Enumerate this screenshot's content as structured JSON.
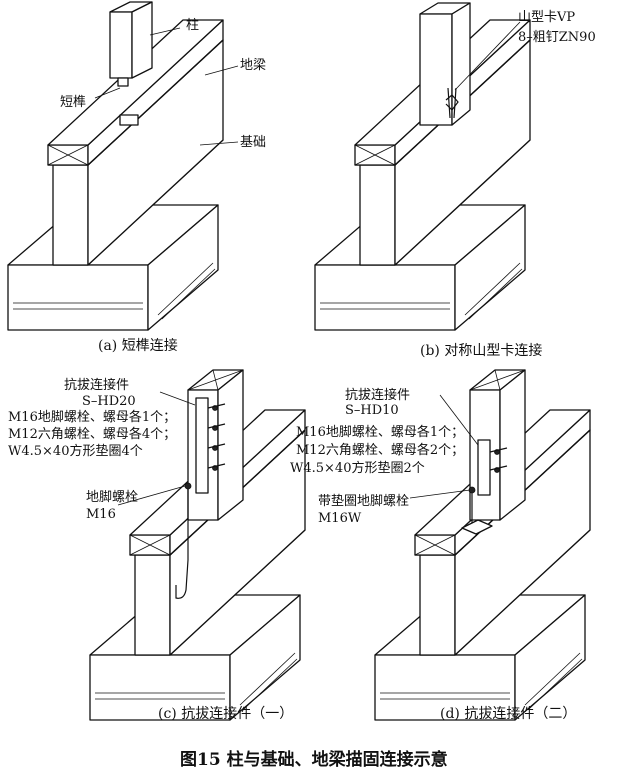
{
  "panels": {
    "a": {
      "caption": "(a) 短榫连接",
      "labels": {
        "column": "柱",
        "tenon": "短榫",
        "ground_beam": "地梁",
        "foundation": "基础"
      }
    },
    "b": {
      "caption": "(b) 对称山型卡连接",
      "labels": {
        "connector": "山型卡VP",
        "nails": "8–粗钉ZN90"
      }
    },
    "c": {
      "caption": "(c) 抗拔连接件（一）",
      "labels": {
        "holdown": "抗拔连接件",
        "model": "S–HD20",
        "spec1": "M16地脚螺栓、螺母各1个；",
        "spec2": "M12六角螺栓、螺母各4个；",
        "spec3": "W4.5×40方形垫圈4个",
        "anchor": "地脚螺栓",
        "anchor_size": "M16"
      }
    },
    "d": {
      "caption": "(d) 抗拔连接件（二）",
      "labels": {
        "holdown": "抗拔连接件",
        "model": "S–HD10",
        "spec1": "M16地脚螺栓、螺母各1个；",
        "spec2": "M12六角螺栓、螺母各2个；",
        "spec3": "W4.5×40方形垫圈2个",
        "anchor": "带垫圈地脚螺栓",
        "anchor_size": "M16W"
      }
    }
  },
  "figure_title": "图15 柱与基础、地梁描固连接示意"
}
